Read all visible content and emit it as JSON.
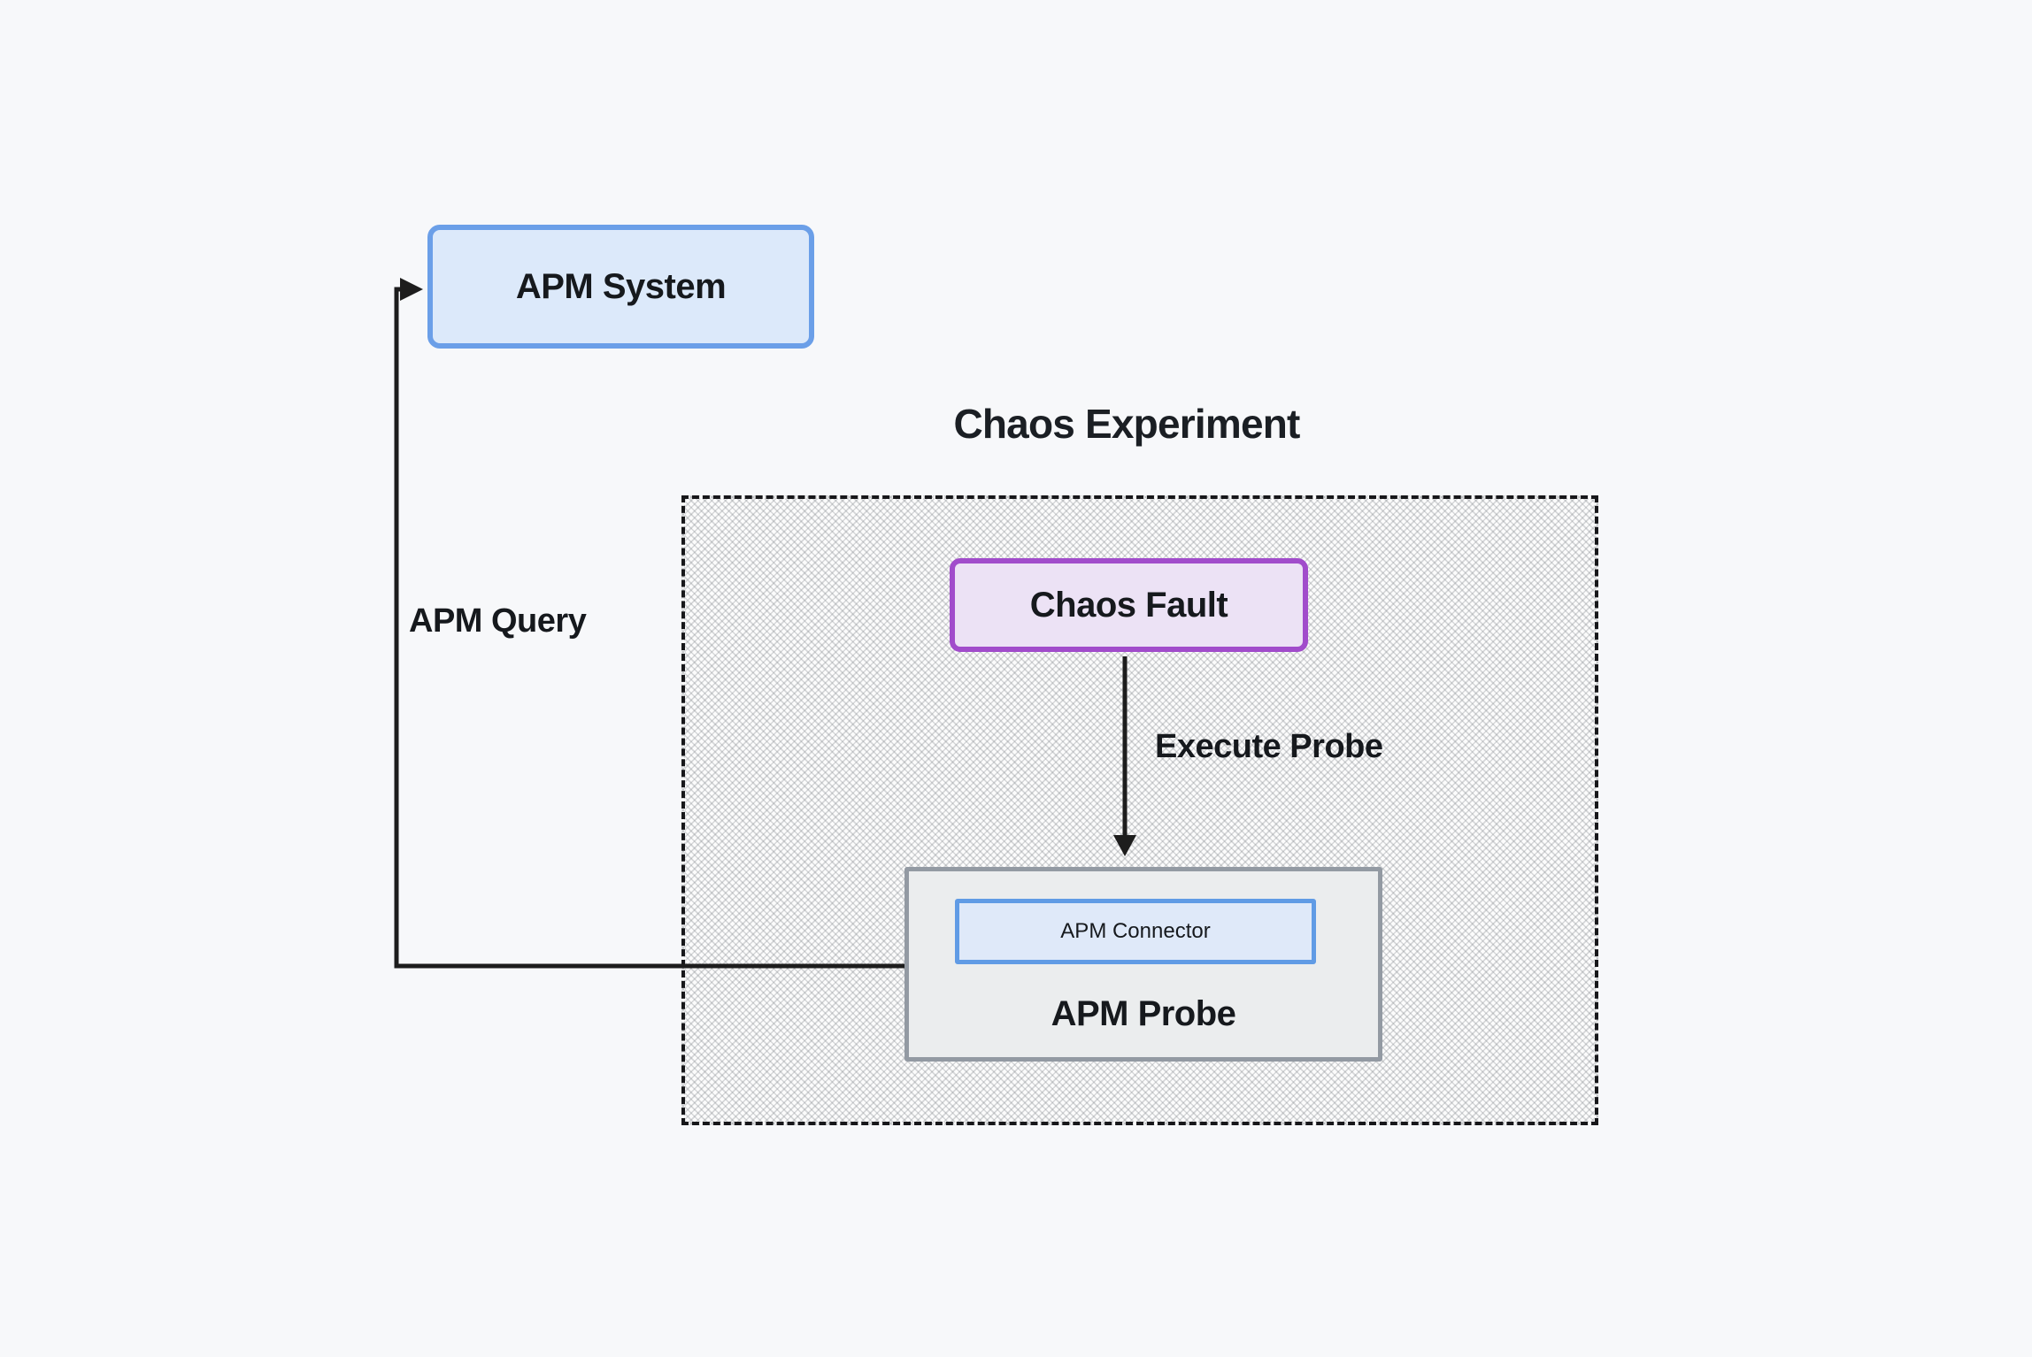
{
  "diagram": {
    "title": "Chaos Experiment",
    "nodes": {
      "apm_system": {
        "label": "APM System"
      },
      "chaos_fault": {
        "label": "Chaos Fault"
      },
      "apm_probe": {
        "label": "APM Probe"
      },
      "apm_connector": {
        "label": "APM Connector"
      }
    },
    "edges": {
      "execute_probe": {
        "label": "Execute Probe",
        "from": "chaos_fault",
        "to": "apm_probe"
      },
      "apm_query": {
        "label": "APM Query",
        "from": "apm_probe",
        "to": "apm_system"
      }
    },
    "colors": {
      "page_background": "#f7f8fa",
      "text": "#16191d",
      "apm_system_fill": "#dce9fa",
      "apm_system_border": "#6b9fe8",
      "chaos_fault_fill": "#ece2f5",
      "chaos_fault_border": "#a14ccb",
      "apm_probe_fill": "#ebedee",
      "apm_probe_border": "#939aa3",
      "apm_connector_fill": "#dfe9f9",
      "apm_connector_border": "#609be5",
      "experiment_container_border": "#17171a",
      "edge_stroke": "#1d1d1d"
    }
  }
}
